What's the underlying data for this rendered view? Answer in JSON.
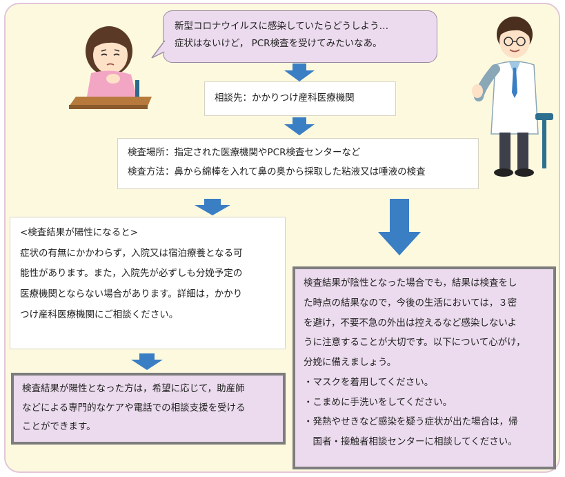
{
  "speech": {
    "line1": "新型コロナウイルスに感染していたらどうしよう…",
    "line2": "症状はないけど， PCR検査を受けてみたいなあ。"
  },
  "consult": {
    "text": "相談先：かかりつけ産科医療機関"
  },
  "exam": {
    "place": "検査場所：指定された医療機関やPCR検査センターなど",
    "method": "検査方法：鼻から綿棒を入れて鼻の奥から採取した粘液又は唾液の検査"
  },
  "positive": {
    "heading": "<検査結果が陽性になると>",
    "lines": [
      "症状の有無にかかわらず，入院又は宿泊療養となる可",
      "能性があります。また，入院先が必ずしも分娩予定の",
      "医療機関とならない場合があります。詳細は，かかり",
      "つけ産科医療機関にご相談ください。"
    ]
  },
  "support": {
    "lines": [
      "検査結果が陽性となった方は，希望に応じて，助産師",
      "などによる専門的なケアや電話での相談支援を受ける",
      "ことができます。"
    ]
  },
  "negative": {
    "lines": [
      "検査結果が陰性となった場合でも，結果は検査をし",
      "た時点の結果なので，今後の生活においては，３密",
      "を避け，不要不急の外出は控えるなど感染しないよ",
      "うに注意することが大切です。以下について心がけ，",
      "分娩に備えましょう。",
      "・マスクを着用してください。",
      "・こまめに手洗いをしてください。",
      "・発熱やせきなど感染を疑う症状が出た場合は，帰",
      "　国者・接触者相談センターに相談してください。"
    ]
  },
  "colors": {
    "arrow": "#3a7ec4",
    "pink_box": "#ecdbee",
    "background": "#fcf9df"
  }
}
